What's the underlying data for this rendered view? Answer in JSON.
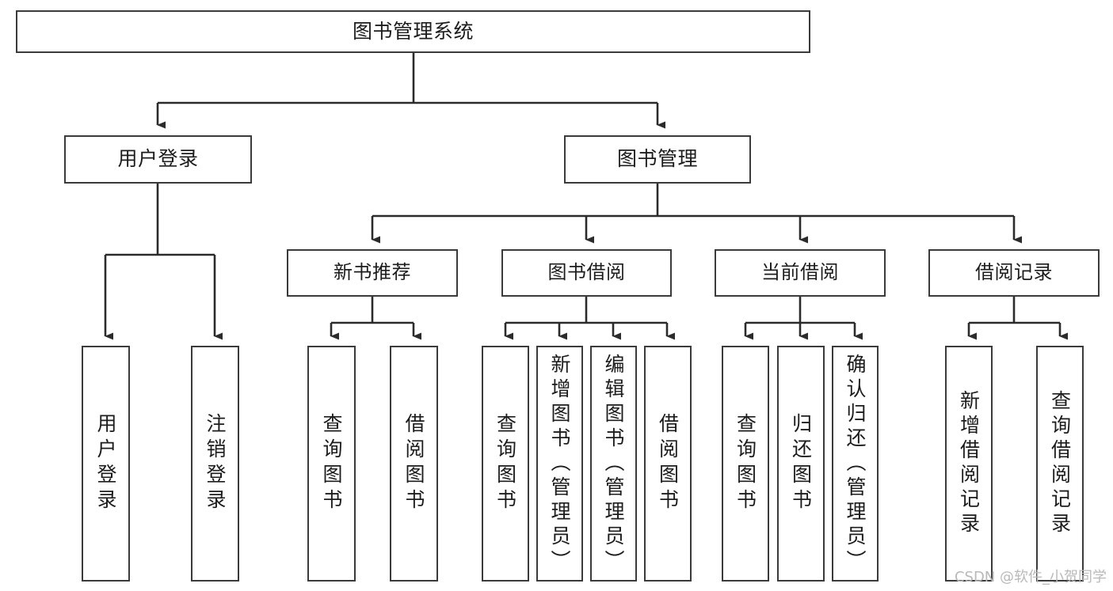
{
  "diagram": {
    "title": "图书管理系统",
    "type": "tree-hierarchy",
    "root": {
      "label": "图书管理系统"
    },
    "level1": [
      {
        "label": "用户登录"
      },
      {
        "label": "图书管理"
      }
    ],
    "level2": [
      {
        "label": "新书推荐"
      },
      {
        "label": "图书借阅"
      },
      {
        "label": "当前借阅"
      },
      {
        "label": "借阅记录"
      }
    ],
    "leaves": {
      "user_login": [
        {
          "label": "用户登录"
        },
        {
          "label": "注销登录"
        }
      ],
      "new_book_recommend": [
        {
          "label": "查询图书"
        },
        {
          "label": "借阅图书"
        }
      ],
      "book_borrow": [
        {
          "label": "查询图书"
        },
        {
          "label": "新增图书（管理员）"
        },
        {
          "label": "编辑图书（管理员）"
        },
        {
          "label": "借阅图书"
        }
      ],
      "current_borrow": [
        {
          "label": "查询图书"
        },
        {
          "label": "归还图书"
        },
        {
          "label": "确认归还（管理员）"
        }
      ],
      "borrow_record": [
        {
          "label": "新增借阅记录"
        },
        {
          "label": "查询借阅记录"
        }
      ]
    }
  },
  "watermark": {
    "text": "CSDN @软件_小贺同学"
  },
  "colors": {
    "border": "#3b3b3b",
    "text": "#1c1c1c",
    "background": "#ffffff",
    "edge": "#2b2b2b",
    "watermark": "#b9b9b9"
  }
}
